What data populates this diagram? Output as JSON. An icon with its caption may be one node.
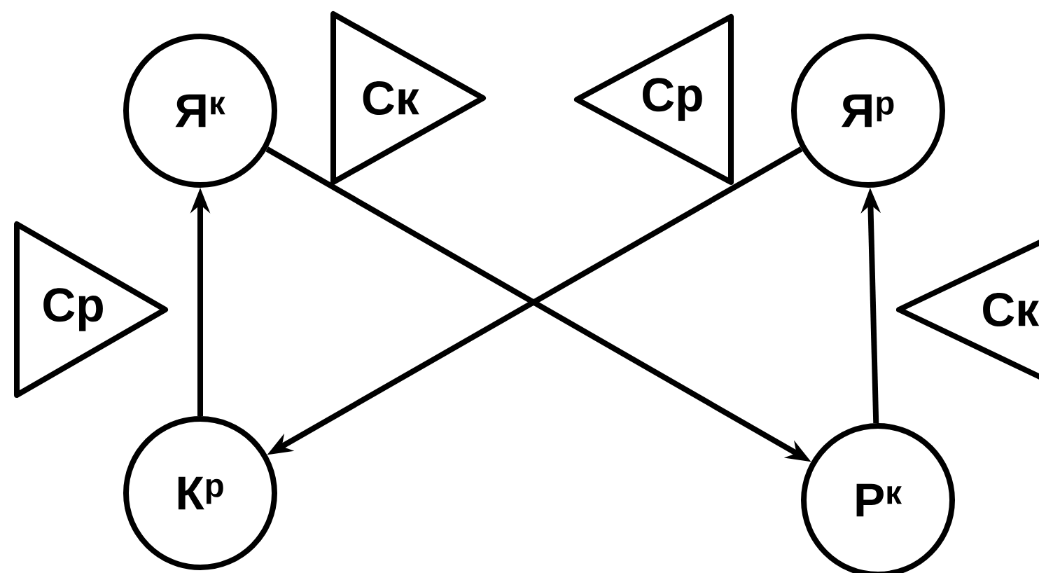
{
  "diagram": {
    "nodes": [
      {
        "text": [
          "Я$^{к}$"
        ]
      },
      {
        "text": [
          "Ск"
        ]
      },
      {
        "text": [
          "Ср"
        ]
      },
      {
        "text": [
          "Я$^{р}$"
        ]
      },
      {
        "text": [
          "Ср"
        ]
      },
      {
        "text": [
          "Ск"
        ]
      },
      {
        "text": [
          "К$^{р}$"
        ]
      },
      {
        "text": [
          "Р$^{к}$"
        ]
      }
    ],
    "edges": [
      {
        "from": 6,
        "to": 0,
        "arrow": "to"
      },
      {
        "from": 0,
        "to": 7,
        "arrow": "to"
      },
      {
        "from": 3,
        "to": 6,
        "arrow": "to"
      },
      {
        "from": 7,
        "to": 3,
        "arrow": "to"
      }
    ]
  }
}
